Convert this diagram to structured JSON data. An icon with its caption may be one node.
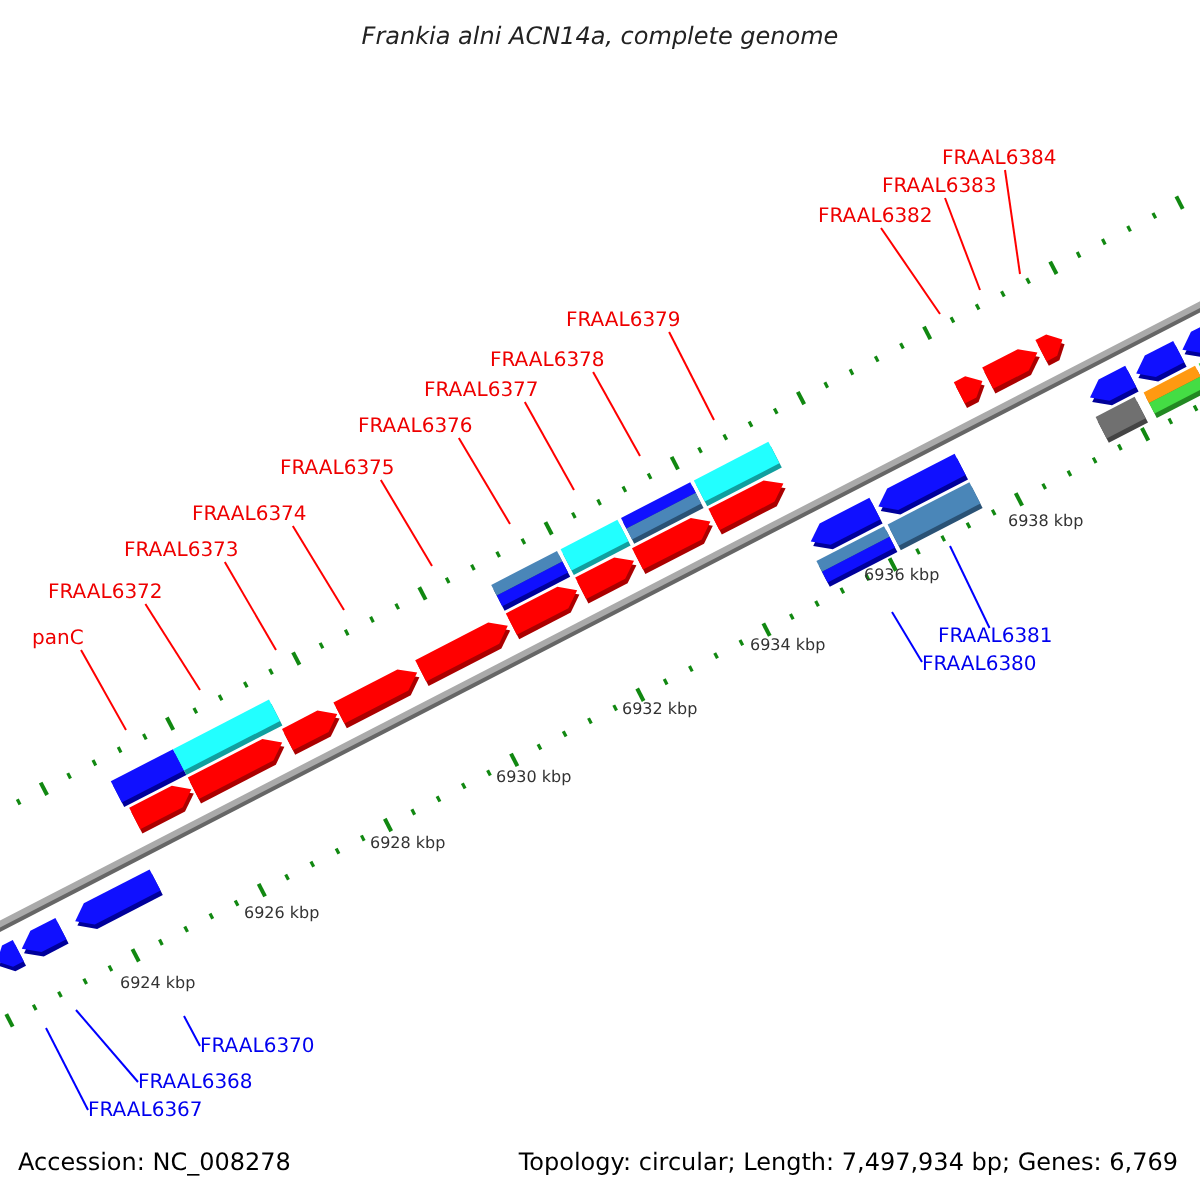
{
  "diagram": {
    "title": "Frankia alni ACN14a, complete genome",
    "nodes": [
      {
        "text": [
          "panC"
        ]
      },
      {
        "text": [
          "FRAAL6372"
        ]
      },
      {
        "text": [
          "FRAAL6373"
        ]
      },
      {
        "text": [
          "FRAAL6374"
        ]
      },
      {
        "text": [
          "FRAAL6375"
        ]
      },
      {
        "text": [
          "FRAAL6376"
        ]
      },
      {
        "text": [
          "FRAAL6377"
        ]
      },
      {
        "text": [
          "FRAAL6378"
        ]
      },
      {
        "text": [
          "FRAAL6379"
        ]
      },
      {
        "text": [
          "FRAAL6382"
        ]
      },
      {
        "text": [
          "FRAAL6383"
        ]
      },
      {
        "text": [
          "FRAAL6384"
        ]
      },
      {
        "text": [
          "FRAAL6381"
        ]
      },
      {
        "text": [
          "FRAAL6380"
        ]
      },
      {
        "text": [
          "FRAAL6370"
        ]
      },
      {
        "text": [
          "FRAAL6368"
        ]
      },
      {
        "text": [
          "FRAAL6367"
        ]
      }
    ],
    "edges": [
      {
        "from": 0,
        "to": null,
        "arrow": "none"
      },
      {
        "from": 1,
        "to": null,
        "arrow": "none"
      },
      {
        "from": 2,
        "to": null,
        "arrow": "none"
      },
      {
        "from": 3,
        "to": null,
        "arrow": "none"
      },
      {
        "from": 4,
        "to": null,
        "arrow": "none"
      },
      {
        "from": 5,
        "to": null,
        "arrow": "none"
      },
      {
        "from": 6,
        "to": null,
        "arrow": "none"
      },
      {
        "from": 7,
        "to": null,
        "arrow": "none"
      },
      {
        "from": 8,
        "to": null,
        "arrow": "none"
      },
      {
        "from": 9,
        "to": null,
        "arrow": "none"
      },
      {
        "from": 10,
        "to": null,
        "arrow": "none"
      },
      {
        "from": 11,
        "to": null,
        "arrow": "none"
      },
      {
        "from": 12,
        "to": null,
        "arrow": "none",
        "color": "#0000ff"
      },
      {
        "from": 13,
        "to": null,
        "arrow": "none",
        "color": "#0000ff"
      },
      {
        "from": 14,
        "to": null,
        "arrow": "none",
        "color": "#0000ff"
      },
      {
        "from": 15,
        "to": null,
        "arrow": "none",
        "color": "#0000ff"
      },
      {
        "from": 16,
        "to": null,
        "arrow": "none",
        "color": "#0000ff"
      }
    ],
    "labels": [
      "6924 kbp",
      "6926 kbp",
      "6928 kbp",
      "6930 kbp",
      "6932 kbp",
      "6934 kbp",
      "6936 kbp",
      "6938 kbp",
      "Accession: NC_008278",
      "Topology: circular; Length: 7,497,934 bp; Genes: 6,769"
    ]
  }
}
